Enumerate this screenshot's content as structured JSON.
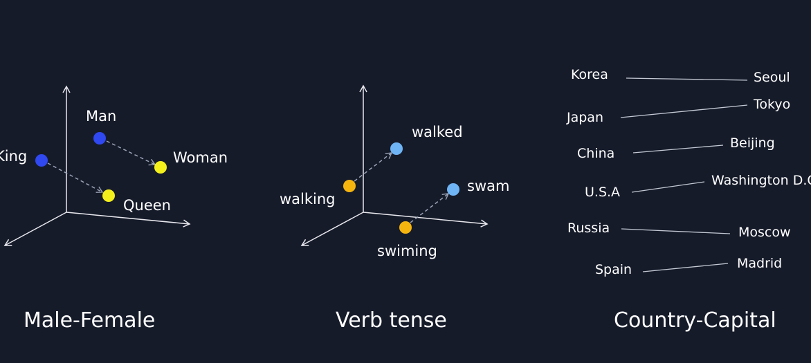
{
  "colors": {
    "background": "#161b2a",
    "axis": "#e8e8ee",
    "arrow": "#9aa3b5",
    "link_line": "#c4c9d4",
    "male_point": "#2f48f0",
    "female_point": "#f4f01c",
    "present_point": "#f5b50e",
    "past_point": "#6fb4f4"
  },
  "male_female": {
    "caption": "Male-Female",
    "words": {
      "king": "King",
      "man": "Man",
      "woman": "Woman",
      "queen": "Queen"
    }
  },
  "verb_tense": {
    "caption": "Verb tense",
    "words": {
      "walked": "walked",
      "walking": "walking",
      "swam": "swam",
      "swiming": "swiming"
    }
  },
  "country_capital": {
    "caption": "Country-Capital",
    "pairs": [
      {
        "country": "Korea",
        "capital": "Seoul"
      },
      {
        "country": "Japan",
        "capital": "Tokyo"
      },
      {
        "country": "China",
        "capital": "Beijing"
      },
      {
        "country": "U.S.A",
        "capital": "Washington D.C."
      },
      {
        "country": "Russia",
        "capital": "Moscow"
      },
      {
        "country": "Spain",
        "capital": "Madrid"
      }
    ]
  }
}
